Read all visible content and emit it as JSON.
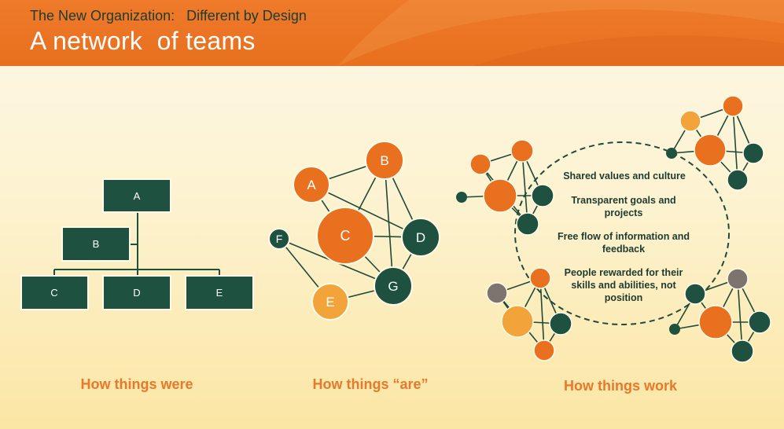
{
  "header": {
    "subtitle": "The New Organization:   Different by Design",
    "title": "A network  of teams"
  },
  "colors": {
    "orange": "#e8701f",
    "dark_green": "#1f5140",
    "light_orange": "#f2a33a",
    "gray": "#7d7470"
  },
  "org_chart": {
    "boxes": [
      "A",
      "B",
      "C",
      "D",
      "E"
    ],
    "caption": "How things were"
  },
  "network": {
    "nodes": [
      "A",
      "B",
      "C",
      "D",
      "E",
      "F",
      "G"
    ],
    "caption": "How things “are”"
  },
  "work": {
    "items": [
      "Shared values and culture",
      "Transparent goals and projects",
      "Free flow of information and feedback",
      "People rewarded for their skills and abilities, not position"
    ],
    "caption": "How things work"
  }
}
